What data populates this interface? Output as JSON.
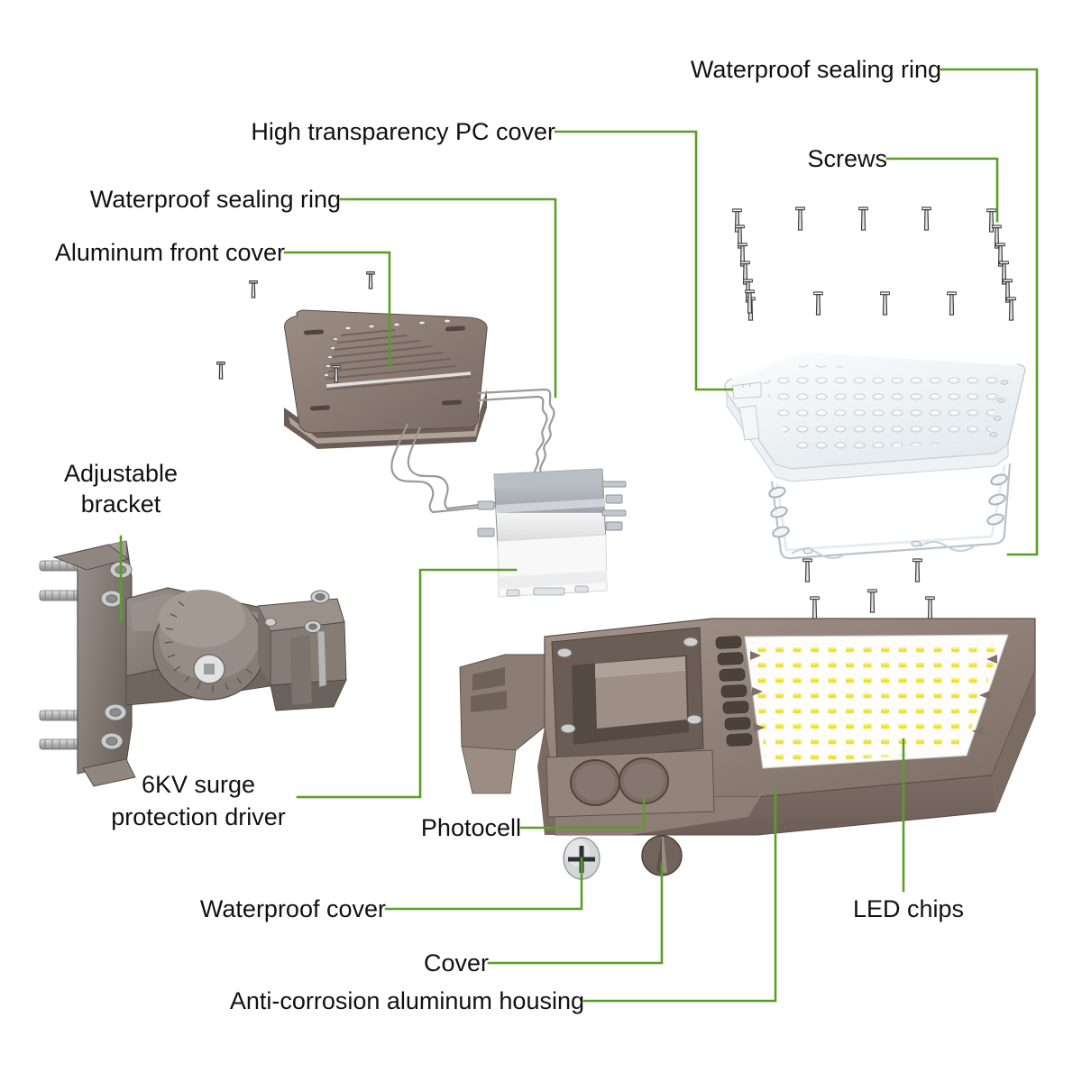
{
  "diagram": {
    "title": "LED shoebox street light exploded parts diagram",
    "colors": {
      "leader": "#5a9e27",
      "text": "#111111",
      "housing": "#8e7e74",
      "housing_dark": "#6b5d55",
      "housing_light": "#a89a90",
      "bracket": "#8a8078",
      "metal": "#c9c9c9",
      "metal_dark": "#8f8f8f",
      "led_chip": "#f5e33a",
      "led_board": "#fdfdfb",
      "glass": "#f2f5f7",
      "driver": "#b6bbc0",
      "background": "#ffffff"
    },
    "labels": [
      {
        "id": "waterproof-sealing-ring-top",
        "text": "Waterproof sealing ring"
      },
      {
        "id": "screws",
        "text": "Screws"
      },
      {
        "id": "high-transparency-pc-cover",
        "text": "High transparency PC cover"
      },
      {
        "id": "waterproof-sealing-ring-left",
        "text": "Waterproof sealing ring"
      },
      {
        "id": "aluminum-front-cover",
        "text": "Aluminum front cover"
      },
      {
        "id": "adjustable-bracket-l1",
        "text": "Adjustable"
      },
      {
        "id": "adjustable-bracket-l2",
        "text": "bracket"
      },
      {
        "id": "surge-driver-l1",
        "text": "6KV surge"
      },
      {
        "id": "surge-driver-l2",
        "text": "protection driver"
      },
      {
        "id": "photocell",
        "text": "Photocell"
      },
      {
        "id": "waterproof-cover",
        "text": "Waterproof cover"
      },
      {
        "id": "cover",
        "text": "Cover"
      },
      {
        "id": "anti-corrosion-housing",
        "text": "Anti-corrosion aluminum housing"
      },
      {
        "id": "led-chips",
        "text": "LED chips"
      }
    ],
    "parts": [
      {
        "id": "aluminum-front-cover-part",
        "name": "Aluminum front cover plate with diagonal cooling fins"
      },
      {
        "id": "pc-cover-part",
        "name": "Transparent polycarbonate lens cover"
      },
      {
        "id": "sealing-ring-part",
        "name": "Transparent silicone waterproof sealing ring"
      },
      {
        "id": "screws-part",
        "name": "Perimeter assembly screws"
      },
      {
        "id": "driver-part",
        "name": "6KV surge protection LED driver module"
      },
      {
        "id": "bracket-part",
        "name": "Adjustable slipfitter mounting bracket"
      },
      {
        "id": "housing-part",
        "name": "Anti-corrosion die-cast aluminum housing with LED board"
      },
      {
        "id": "photocell-cover-part",
        "name": "Photocell waterproof cover cap"
      },
      {
        "id": "cover-part",
        "name": "Port cover cap"
      }
    ]
  }
}
